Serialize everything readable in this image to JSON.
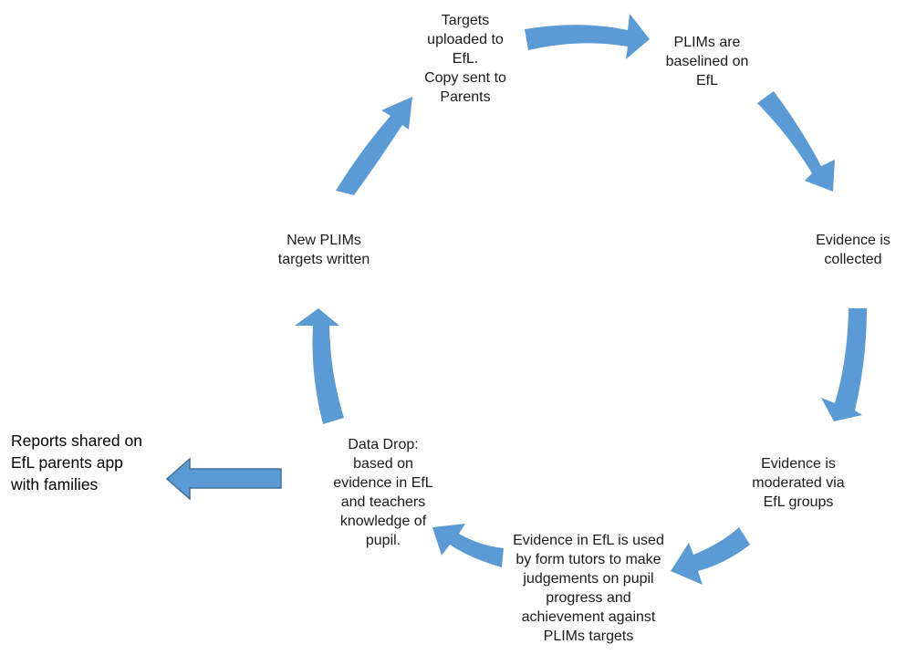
{
  "colors": {
    "arrow": "#5b9bd5",
    "arrow_outline": "#41719c",
    "text": "#1a1a1a"
  },
  "nodes": {
    "targets_uploaded": [
      "Targets",
      "uploaded to",
      "EfL.",
      "Copy sent to",
      "Parents"
    ],
    "plims_baselined": [
      "PLIMs are",
      "baselined on",
      "EfL"
    ],
    "evidence_collected": [
      "Evidence is",
      "collected"
    ],
    "evidence_moderated": [
      "Evidence is",
      "moderated via",
      "EfL groups"
    ],
    "judgements": [
      "Evidence in EfL is used",
      "by form tutors to make",
      "judgements on pupil",
      "progress and",
      "achievement against",
      "PLIMs targets"
    ],
    "data_drop": [
      "Data Drop:",
      "based on",
      "evidence in EfL",
      "and teachers",
      "knowledge of",
      "pupil."
    ],
    "targets_written": [
      "New PLIMs",
      "targets written"
    ],
    "reports_shared": [
      "Reports shared on",
      "EfL parents app",
      "with families"
    ]
  }
}
